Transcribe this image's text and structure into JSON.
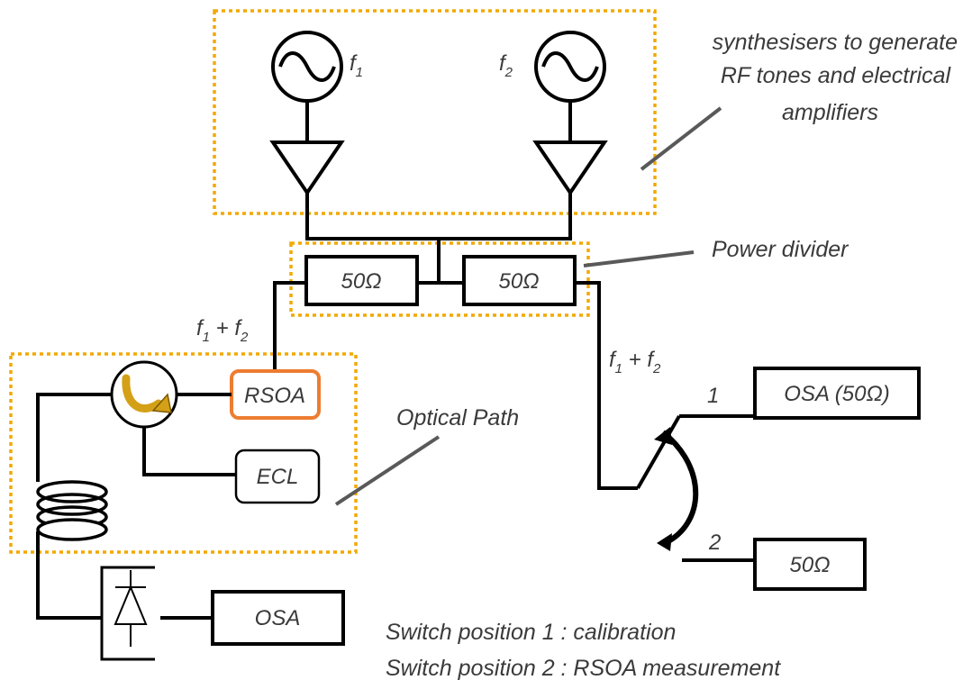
{
  "synth_note": [
    "synthesisers to generate",
    "RF tones and electrical",
    "amplifiers"
  ],
  "freq1": {
    "base": "f",
    "sub": "1"
  },
  "freq2": {
    "base": "f",
    "sub": "2"
  },
  "divider_note": "Power divider",
  "resistor_label": "50Ω",
  "sum_label": {
    "f": "f",
    "s1": "1",
    "plus": " + ",
    "s2": "2"
  },
  "rsoa_label": "RSOA",
  "ecl_label": "ECL",
  "optical_note": "Optical Path",
  "osa_label": "OSA",
  "osa50_label": "OSA (50Ω)",
  "load_label": "50Ω",
  "switch_pos1": "1",
  "switch_pos2": "2",
  "caption": [
    "Switch position 1 : calibration",
    "Switch position 2 : RSOA measurement"
  ],
  "colors": {
    "dashed_group": "#f2a900",
    "rsoa_border": "#ed7d31",
    "circulator_arrow": "#d4a017",
    "text": "#3a3a3a"
  }
}
